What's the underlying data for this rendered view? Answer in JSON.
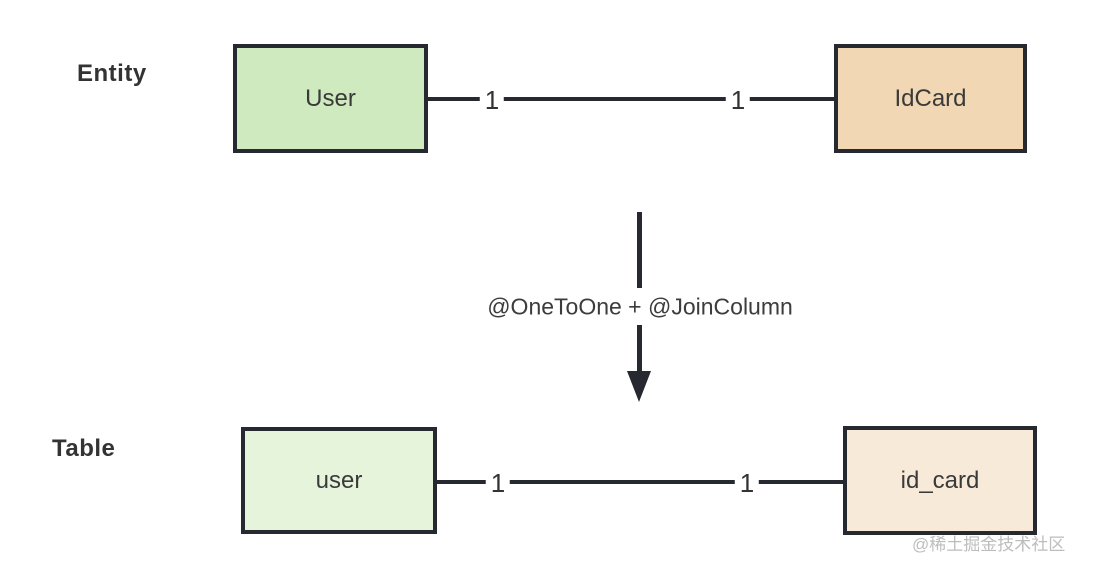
{
  "diagram": {
    "entity_row": {
      "label": "Entity",
      "left_box": "User",
      "right_box": "IdCard",
      "left_multiplicity": "1",
      "right_multiplicity": "1"
    },
    "transform": {
      "annotation": "@OneToOne + @JoinColumn"
    },
    "table_row": {
      "label": "Table",
      "left_box": "user",
      "right_box": "id_card",
      "left_multiplicity": "1",
      "right_multiplicity": "1"
    },
    "watermark": "@稀土掘金技术社区"
  },
  "colors": {
    "line": "#26292f",
    "box_text": "#3a3a3a",
    "row_label_text": "#333333",
    "annotation_text": "#3c3c3c",
    "entity_left_fill": "#d0eac0",
    "entity_right_fill": "#f1d7b4",
    "table_left_fill": "#e5f4da",
    "table_right_fill": "#f7ead9",
    "watermark_text": "#bdbdbd"
  }
}
